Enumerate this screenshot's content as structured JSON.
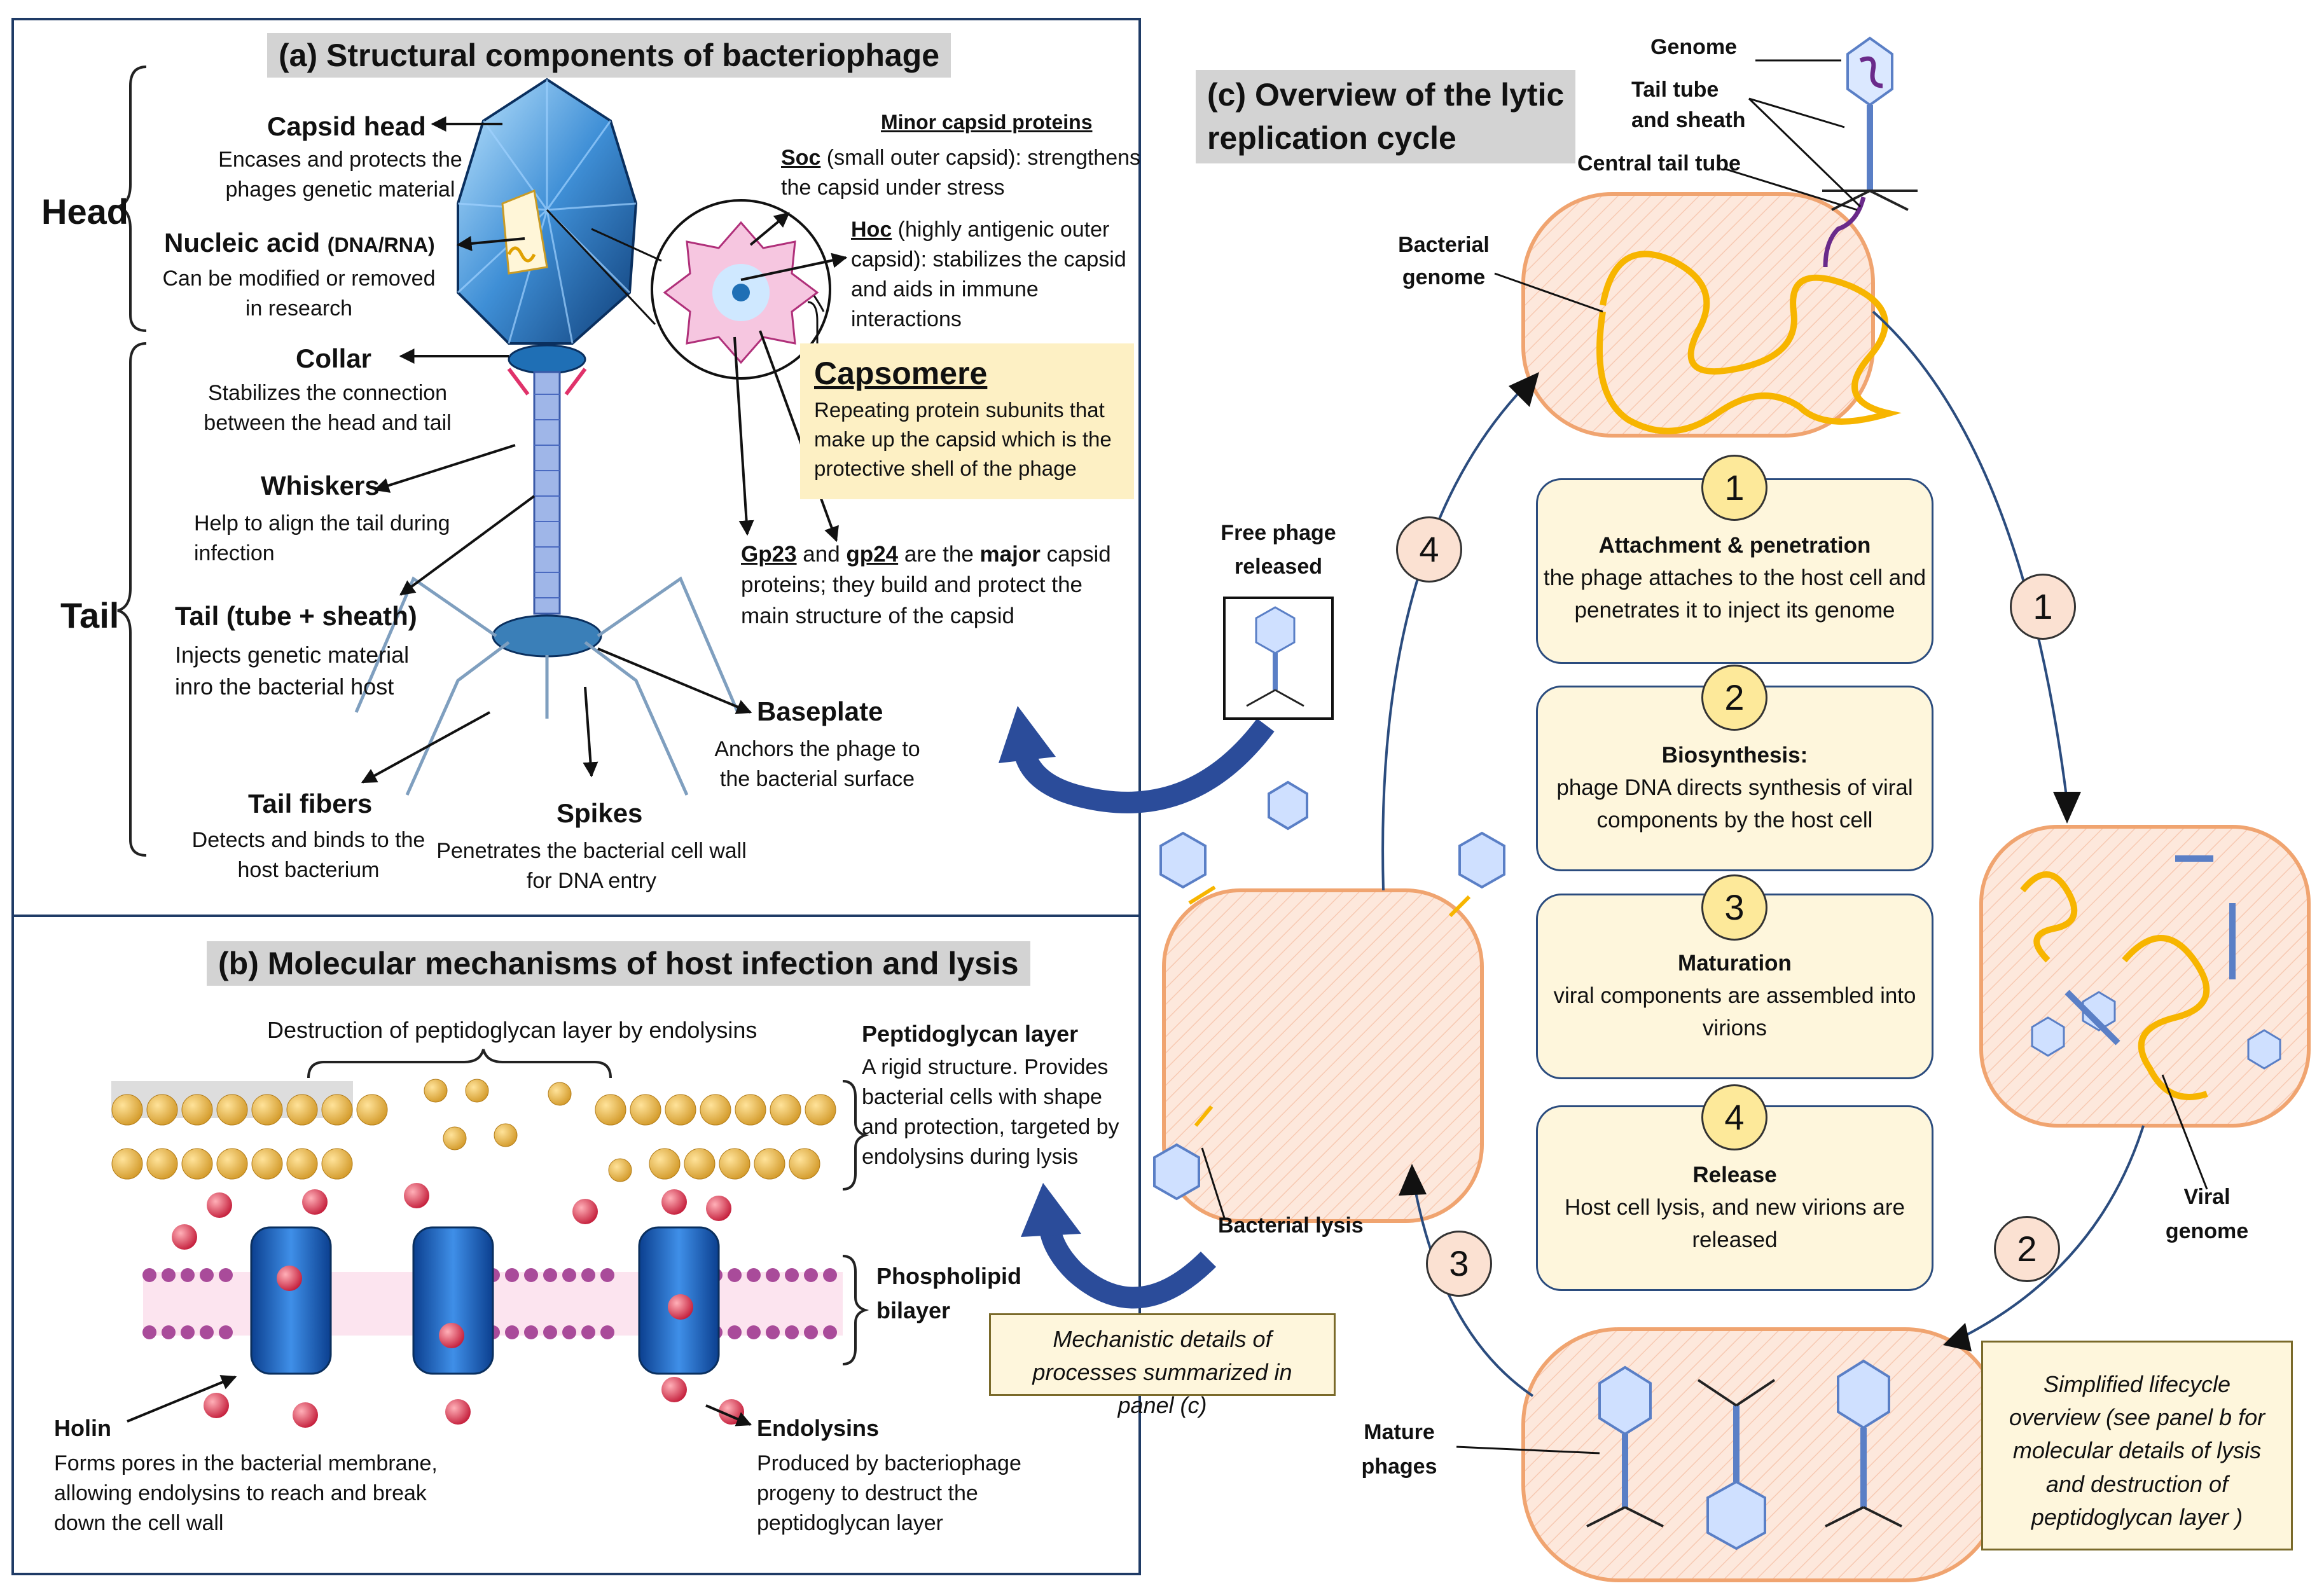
{
  "panel_a": {
    "title": "(a) Structural components of bacteriophage",
    "head_label": "Head",
    "tail_label": "Tail",
    "capsid_head": {
      "title": "Capsid head",
      "desc": "Encases and protects the phages genetic material"
    },
    "nucleic_acid": {
      "title": "Nucleic acid",
      "title_suffix": "(DNA/RNA)",
      "desc": "Can be modified or removed in research"
    },
    "collar": {
      "title": "Collar",
      "desc": "Stabilizes the connection between the head and tail"
    },
    "whiskers": {
      "title": "Whiskers",
      "desc": "Help to align the tail during infection"
    },
    "tail_tube": {
      "title": "Tail (tube + sheath)",
      "desc": "Injects genetic material inro the bacterial host"
    },
    "tail_fibers": {
      "title": "Tail fibers",
      "desc": "Detects and binds to the host bacterium"
    },
    "spikes": {
      "title": "Spikes",
      "desc": "Penetrates the bacterial cell wall for DNA entry"
    },
    "baseplate": {
      "title": "Baseplate",
      "desc": "Anchors the phage to the bacterial surface"
    },
    "minor_capsid_title": "Minor capsid proteins",
    "soc": {
      "abbr": "Soc",
      "desc": " (small outer capsid): strengthens the capsid under stress"
    },
    "hoc": {
      "abbr": "Hoc",
      "desc": " (highly antigenic outer capsid): stabilizes the capsid and aids in immune interactions"
    },
    "capsomere": {
      "title": "Capsomere",
      "desc": "Repeating protein subunits that make up the capsid which is the protective shell of the phage"
    },
    "gp": {
      "gp23": "Gp23",
      "and": " and ",
      "gp24": "gp24",
      "mid": " are the ",
      "major": "major",
      "rest": " capsid proteins; they build and protect the main structure of the capsid"
    }
  },
  "panel_b": {
    "title": "(b) Molecular mechanisms of host infection and lysis",
    "destruction_label": "Destruction of peptidoglycan layer by endolysins",
    "peptidoglycan": {
      "title": "Peptidoglycan layer",
      "desc": "A rigid structure. Provides bacterial cells with shape and protection, targeted by endolysins during lysis"
    },
    "phospholipid": {
      "title": "Phospholipid bilayer"
    },
    "holin": {
      "title": "Holin",
      "desc": "Forms pores in the bacterial membrane, allowing endolysins to reach and break down the cell wall"
    },
    "endolysins": {
      "title": "Endolysins",
      "desc": "Produced by bacteriophage progeny to destruct the peptidoglycan layer"
    },
    "mechanistic_note": "Mechanistic details of processes summarized in panel (c)"
  },
  "panel_c": {
    "title_line1": "(c) Overview of the lytic",
    "title_line2": "replication cycle",
    "genome_label": "Genome",
    "tail_tube_sheath_label": "Tail tube and sheath",
    "central_tail_tube_label": "Central tail tube",
    "bacterial_genome_label": "Bacterial genome",
    "free_phage_label": "Free phage released",
    "bacterial_lysis_label": "Bacterial lysis",
    "viral_genome_label": "Viral genome",
    "mature_phages_label": "Mature phages",
    "cycle_numbers": [
      "1",
      "2",
      "3",
      "4"
    ],
    "steps": [
      {
        "num": "1",
        "title": "Attachment & penetration",
        "desc": "the phage attaches to the host cell and penetrates it to inject its genome"
      },
      {
        "num": "2",
        "title": "Biosynthesis:",
        "desc": "phage DNA directs synthesis of viral components by the host cell"
      },
      {
        "num": "3",
        "title": "Maturation",
        "desc": "viral components are assembled into virions"
      },
      {
        "num": "4",
        "title": "Release",
        "desc": "Host cell lysis, and new virions are released"
      }
    ],
    "lifecycle_note": "Simplified lifecycle overview (see panel b for molecular details of lysis and destruction of peptidoglycan layer )"
  },
  "colors": {
    "panel_border": "#1f3b66",
    "title_bg": "#d3d3d3",
    "step_box_bg": "#fef6dc",
    "step_box_border": "#2b4c7e",
    "cell_fill": "#fde8dc",
    "cell_border": "#f0a470",
    "genome_yellow": "#f7b500",
    "arrow_blue": "#2b4c9a"
  }
}
